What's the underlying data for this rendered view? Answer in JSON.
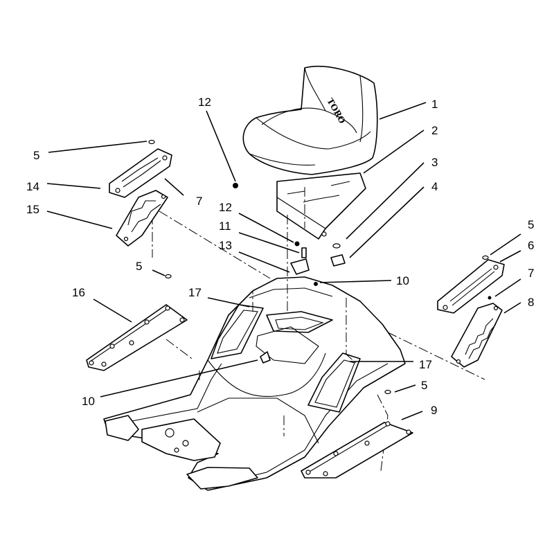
{
  "diagram": {
    "brand_mark": "TORO",
    "callouts": [
      {
        "id": "c1",
        "label": "1"
      },
      {
        "id": "c2",
        "label": "2"
      },
      {
        "id": "c3",
        "label": "3"
      },
      {
        "id": "c4",
        "label": "4"
      },
      {
        "id": "c5a",
        "label": "5"
      },
      {
        "id": "c5b",
        "label": "5"
      },
      {
        "id": "c5c",
        "label": "5"
      },
      {
        "id": "c5d",
        "label": "5"
      },
      {
        "id": "c6",
        "label": "6"
      },
      {
        "id": "c7a",
        "label": "7"
      },
      {
        "id": "c7b",
        "label": "7"
      },
      {
        "id": "c8",
        "label": "8"
      },
      {
        "id": "c9",
        "label": "9"
      },
      {
        "id": "c10a",
        "label": "10"
      },
      {
        "id": "c10b",
        "label": "10"
      },
      {
        "id": "c11",
        "label": "11"
      },
      {
        "id": "c12a",
        "label": "12"
      },
      {
        "id": "c12b",
        "label": "12"
      },
      {
        "id": "c13",
        "label": "13"
      },
      {
        "id": "c14",
        "label": "14"
      },
      {
        "id": "c15",
        "label": "15"
      },
      {
        "id": "c16",
        "label": "16"
      },
      {
        "id": "c17a",
        "label": "17"
      },
      {
        "id": "c17b",
        "label": "17"
      }
    ]
  }
}
